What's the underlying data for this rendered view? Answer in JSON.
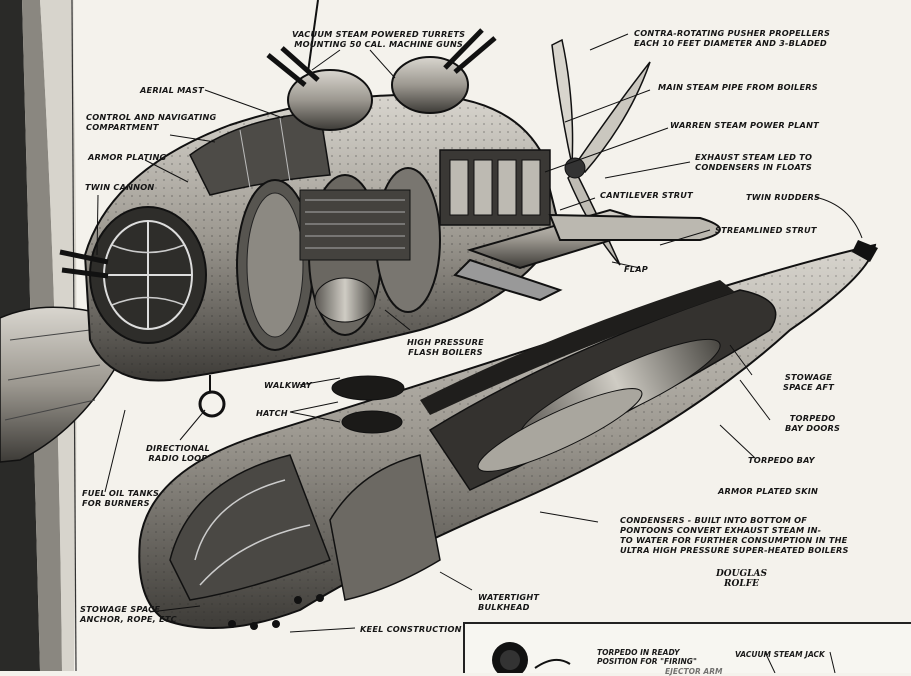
{
  "diagram": {
    "labels": {
      "turrets": "VACUUM STEAM POWERED TURRETS\nMOUNTING 50 CAL. MACHINE GUNS",
      "propellers": "CONTRA-ROTATING PUSHER PROPELLERS\nEACH 10 FEET DIAMETER AND 3-BLADED",
      "aerial_mast": "AERIAL MAST",
      "main_steam_pipe": "MAIN STEAM PIPE FROM BOILERS",
      "control_compartment": "CONTROL AND NAVIGATING\nCOMPARTMENT",
      "warren_plant": "WARREN STEAM POWER PLANT",
      "armor_plating": "ARMOR PLATING",
      "exhaust_steam": "EXHAUST STEAM LED TO\nCONDENSERS IN FLOATS",
      "twin_cannon": "TWIN CANNON",
      "cantilever_strut": "CANTILEVER STRUT",
      "twin_rudders": "TWIN RUDDERS",
      "streamlined_strut": "STREAMLINED STRUT",
      "flap": "FLAP",
      "high_pressure_boilers": "HIGH PRESSURE\nFLASH BOILERS",
      "walkway": "WALKWAY",
      "hatch": "HATCH",
      "stowage_aft": "STOWAGE\nSPACE AFT",
      "directional_loop": "DIRECTIONAL\nRADIO LOOP",
      "torpedo_bay_doors": "TORPEDO\nBAY DOORS",
      "torpedo_bay": "TORPEDO BAY",
      "fuel_oil_tanks": "FUEL OIL TANKS\nFOR BURNERS",
      "armor_plated_skin": "ARMOR PLATED SKIN",
      "condensers": "CONDENSERS - BUILT INTO BOTTOM OF\nPONTOONS CONVERT EXHAUST STEAM IN-\nTO WATER FOR FURTHER CONSUMPTION IN THE\nULTRA HIGH PRESSURE SUPER-HEATED BOILERS",
      "watertight_bulkhead": "WATERTIGHT\nBULKHEAD",
      "stowage_space": "STOWAGE SPACE\nANCHOR, ROPE, ETC",
      "keel_construction": "KEEL CONSTRUCTION"
    },
    "signature": "DOUGLAS\nROLFE",
    "inset": {
      "torpedo_ready": "TORPEDO IN READY\nPOSITION FOR \"FIRING\"",
      "vacuum_jack": "VACUUM STEAM JACK",
      "ejector": "EJECTOR ARM"
    }
  }
}
